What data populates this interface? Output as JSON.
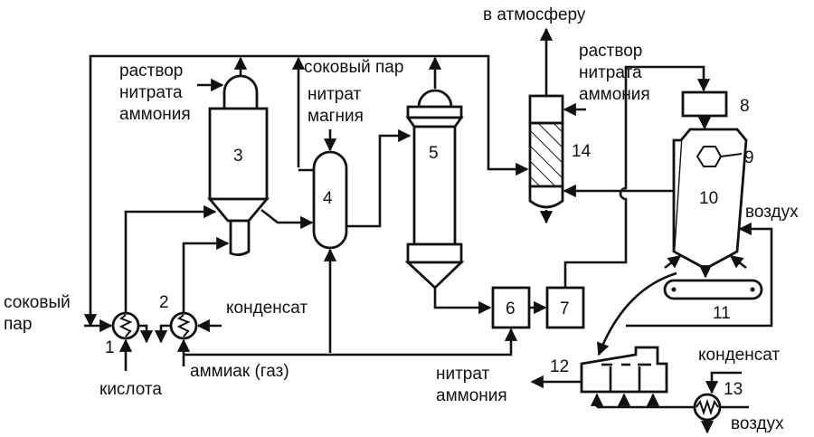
{
  "diagram": {
    "title": "Технологическая схема производства нитрата аммония",
    "labels": {
      "atmosphere": "в атмосферу",
      "ammonium_nitrate_solution_top_left": [
        "раствор",
        "нитрата",
        "аммония"
      ],
      "juice_steam_top": "соковый пар",
      "magnesium_nitrate": [
        "нитрат",
        "магния"
      ],
      "ammonium_nitrate_solution_top_right": [
        "раствор",
        "нитрата",
        "аммония"
      ],
      "juice_steam_left": [
        "соковый",
        "пар"
      ],
      "condensate_left": "конденсат",
      "acid": "кислота",
      "ammonia_gas": "аммиак (газ)",
      "ammonium_nitrate_product": [
        "нитрат",
        "аммония"
      ],
      "air_right": "воздух",
      "condensate_right": "конденсат",
      "air_bottom": "воздух"
    },
    "equipment": [
      {
        "id": "1",
        "type": "heat-exchanger"
      },
      {
        "id": "2",
        "type": "heat-exchanger"
      },
      {
        "id": "3",
        "type": "neutralizer"
      },
      {
        "id": "4",
        "type": "separator"
      },
      {
        "id": "5",
        "type": "evaporator"
      },
      {
        "id": "6",
        "type": "box"
      },
      {
        "id": "7",
        "type": "box"
      },
      {
        "id": "8",
        "type": "box"
      },
      {
        "id": "9",
        "type": "sprayer"
      },
      {
        "id": "10",
        "type": "prilling-tower"
      },
      {
        "id": "11",
        "type": "conveyor"
      },
      {
        "id": "12",
        "type": "fluidized-bed-cooler"
      },
      {
        "id": "13",
        "type": "air-heater"
      },
      {
        "id": "14",
        "type": "scrubber"
      }
    ]
  }
}
